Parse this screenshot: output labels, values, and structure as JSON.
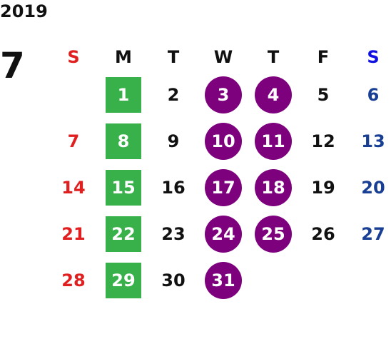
{
  "calendar": {
    "year": "2019",
    "month": "7",
    "weekdays": [
      "S",
      "M",
      "T",
      "W",
      "T",
      "F",
      "S"
    ],
    "weeks": [
      [
        "",
        "1",
        "2",
        "3",
        "4",
        "5",
        "6"
      ],
      [
        "7",
        "8",
        "9",
        "10",
        "11",
        "12",
        "13"
      ],
      [
        "14",
        "15",
        "16",
        "17",
        "18",
        "19",
        "20"
      ],
      [
        "21",
        "22",
        "23",
        "24",
        "25",
        "26",
        "27"
      ],
      [
        "28",
        "29",
        "30",
        "31",
        "",
        "",
        ""
      ]
    ]
  },
  "colors": {
    "sunday_header": "#e02020",
    "saturday_header": "#1010e0",
    "sunday": "#e02020",
    "saturday": "#183f94",
    "monday_highlight": "#39b14a",
    "wednesday_thursday_highlight": "#7d007d",
    "text": "#111111"
  }
}
